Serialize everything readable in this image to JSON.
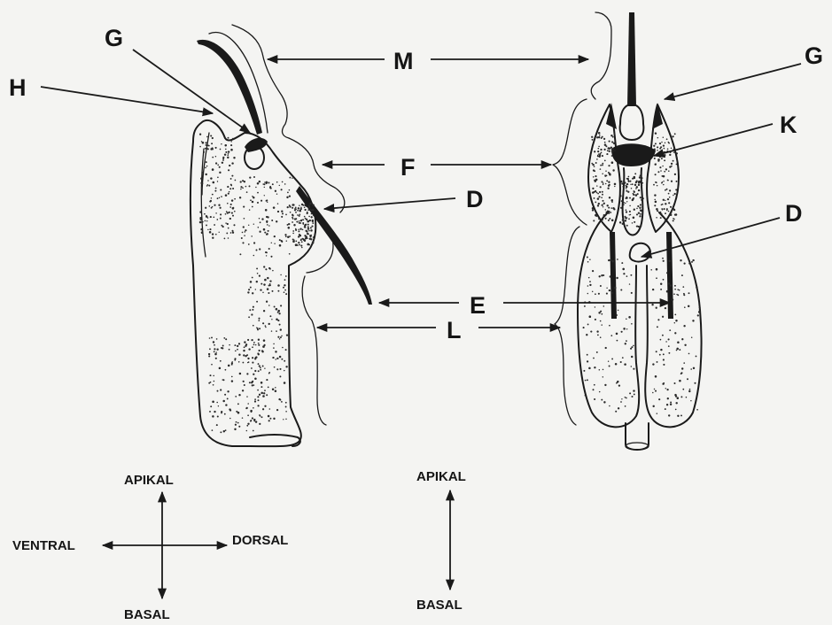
{
  "labels": {
    "M": "M",
    "G": "G",
    "H": "H",
    "F": "F",
    "D": "D",
    "E": "E",
    "L": "L",
    "K": "K"
  },
  "orientation_left": {
    "apical": "APIKAL",
    "basal": "BASAL",
    "ventral": "VENTRAL",
    "dorsal": "DORSAL"
  },
  "orientation_right": {
    "apical": "APIKAL",
    "basal": "BASAL"
  },
  "colors": {
    "background": "#f4f4f2",
    "ink": "#1a1a1a"
  }
}
